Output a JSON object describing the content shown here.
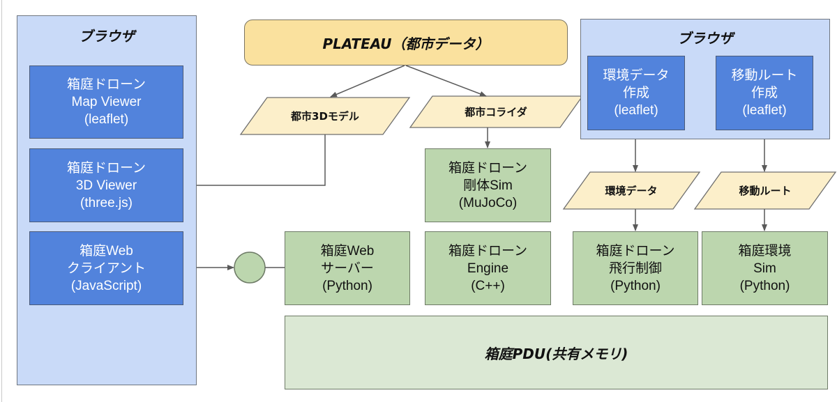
{
  "diagram": {
    "left_browser": {
      "title": "ブラウザ",
      "boxes": [
        {
          "line1": "箱庭ドローン",
          "line2": "Map Viewer",
          "line3": "(leaflet)"
        },
        {
          "line1": "箱庭ドローン",
          "line2": "3D Viewer",
          "line3": "(three.js)"
        },
        {
          "line1": "箱庭Web",
          "line2": "クライアント",
          "line3": "(JavaScript)"
        }
      ]
    },
    "plateau": {
      "label": "PLATEAU（都市データ）"
    },
    "city_data": [
      {
        "label": "都市3Dモデル"
      },
      {
        "label": "都市コライダ"
      }
    ],
    "right_browser": {
      "title": "ブラウザ",
      "boxes": [
        {
          "line1": "環境データ",
          "line2": "作成",
          "line3": "(leaflet)"
        },
        {
          "line1": "移動ルート",
          "line2": "作成",
          "line3": "(leaflet)"
        }
      ]
    },
    "data_items": [
      {
        "label": "環境データ"
      },
      {
        "label": "移動ルート"
      }
    ],
    "components": {
      "web_server": {
        "line1": "箱庭Web",
        "line2": "サーバー",
        "line3": "(Python)"
      },
      "rigid_sim": {
        "line1": "箱庭ドローン",
        "line2": "剛体Sim",
        "line3": "(MuJoCo)"
      },
      "engine": {
        "line1": "箱庭ドローン",
        "line2": "Engine",
        "line3": "(C++)"
      },
      "flight_control": {
        "line1": "箱庭ドローン",
        "line2": "飛行制御",
        "line3": "(Python)"
      },
      "env_sim": {
        "line1": "箱庭環境",
        "line2": "Sim",
        "line3": "(Python)"
      }
    },
    "pdu": {
      "label": "箱庭PDU(共有メモリ)"
    },
    "colors": {
      "browser_panel": "#c9daf8",
      "blue_box": "#5283dc",
      "green_box": "#bcd6ae",
      "pdu": "#dbe8d4",
      "plateau": "#fae19e",
      "data_parallelogram": "#fcefca",
      "connector": "#595959"
    }
  }
}
